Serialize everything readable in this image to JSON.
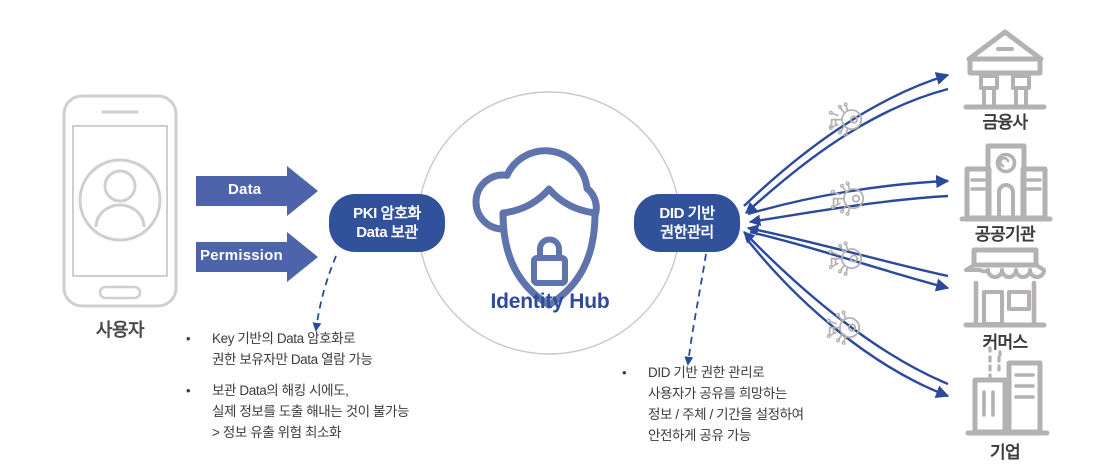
{
  "theme": {
    "accent_blue": "#31519a",
    "arrow_blue": "#4e64aa",
    "line_blue": "#2b4a9b",
    "icon_gray": "#b3b1b1",
    "text_gray": "#3b3b3b",
    "hub_icon_blue": "#5f74ad"
  },
  "user": {
    "label": "사용자",
    "icon": "smartphone-user-icon"
  },
  "flows": [
    {
      "label": "Data",
      "icon": "block-arrow-right-icon"
    },
    {
      "label": "Permission",
      "icon": "block-arrow-right-icon"
    }
  ],
  "pills": [
    {
      "id": "pki",
      "line1": "PKI 암호화",
      "line2": "Data 보관"
    },
    {
      "id": "did",
      "line1": "DID 기반",
      "line2": "권한관리"
    }
  ],
  "hub": {
    "title": "Identity Hub",
    "icon": "cloud-shield-lock-icon"
  },
  "bullets_left": [
    {
      "marker": "•",
      "lines": [
        "Key 기반의 Data 암호화로",
        "권한 보유자만 Data 열람 가능"
      ]
    },
    {
      "marker": "•",
      "lines": [
        "보관 Data의 해킹 시에도,",
        "실제 정보를 도출 해내는 것이 불가능",
        "> 정보 유출 위험 최소화"
      ]
    }
  ],
  "bullets_right": [
    {
      "marker": "•",
      "lines": [
        "DID 기반 권한 관리로",
        "사용자가 공유를 희망하는",
        "정보 / 주체 / 기간을 설정하여",
        "안전하게 공유 가능"
      ]
    }
  ],
  "institutions": [
    {
      "label": "금융사",
      "icon": "bank-columns-icon"
    },
    {
      "label": "공공기관",
      "icon": "government-building-icon"
    },
    {
      "label": "커머스",
      "icon": "storefront-icon"
    },
    {
      "label": "기업",
      "icon": "office-buildings-icon"
    }
  ],
  "key_icons": [
    {
      "name": "digital-key-icon"
    },
    {
      "name": "digital-key-icon"
    },
    {
      "name": "digital-key-icon"
    },
    {
      "name": "digital-key-icon"
    }
  ]
}
